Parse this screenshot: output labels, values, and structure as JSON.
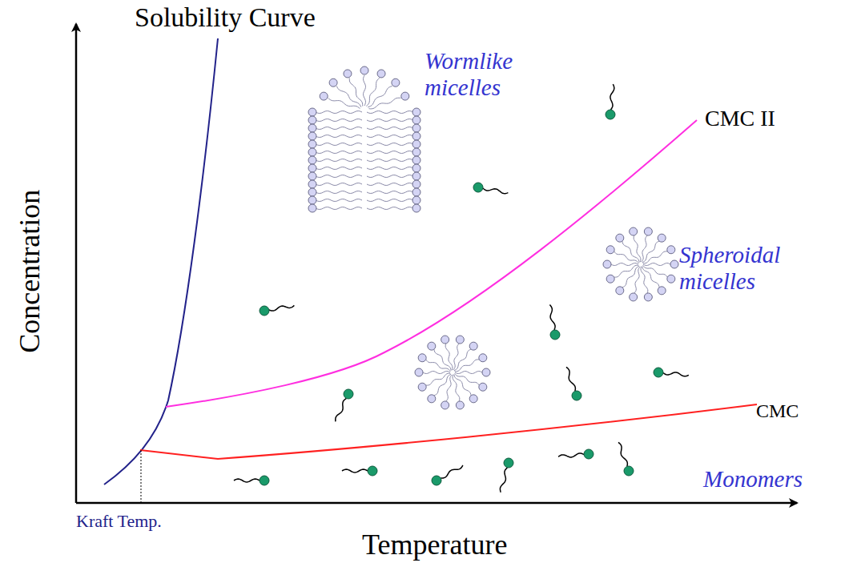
{
  "diagram": {
    "labels": [
      "Solubility Curve",
      "Concentration",
      "Temperature",
      "Wormlike micelles",
      "Spheroidal micelles",
      "CMC II",
      "CMC",
      "Monomers",
      "Kraft Temp."
    ]
  }
}
